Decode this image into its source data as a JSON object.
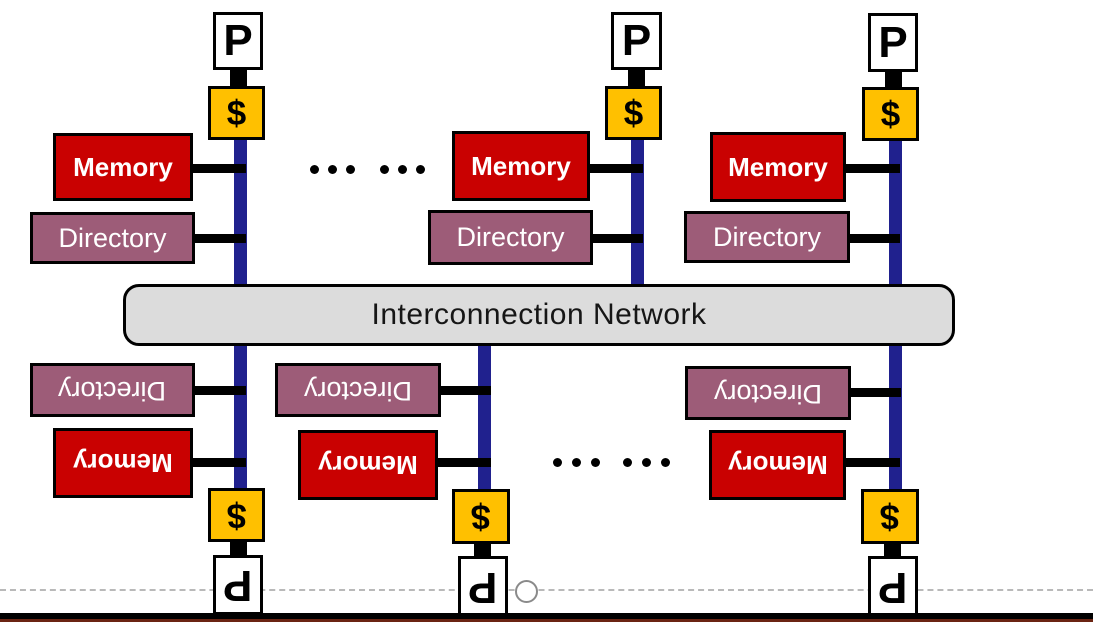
{
  "network": {
    "label": "Interconnection Network"
  },
  "nodes": [
    {
      "id": "top-left",
      "processor": "P",
      "cache": "$",
      "memory": "Memory",
      "directory": "Directory",
      "orientation": "upright"
    },
    {
      "id": "top-middle",
      "processor": "P",
      "cache": "$",
      "memory": "Memory",
      "directory": "Directory",
      "orientation": "upright"
    },
    {
      "id": "top-right",
      "processor": "P",
      "cache": "$",
      "memory": "Memory",
      "directory": "Directory",
      "orientation": "upright"
    },
    {
      "id": "bottom-left",
      "processor": "P",
      "cache": "$",
      "memory": "Memory",
      "directory": "Directory",
      "orientation": "inverted"
    },
    {
      "id": "bottom-middle",
      "processor": "P",
      "cache": "$",
      "memory": "Memory",
      "directory": "Directory",
      "orientation": "inverted"
    },
    {
      "id": "bottom-right",
      "processor": "P",
      "cache": "$",
      "memory": "Memory",
      "directory": "Directory",
      "orientation": "inverted"
    }
  ],
  "colors": {
    "memory_red": "#C90101",
    "directory_purple": "#9D5C78",
    "cache_yellow": "#FFC000",
    "bus_navy": "#20218E",
    "network_gray": "#DCDCDC",
    "footer_maroon": "#6B2413"
  }
}
